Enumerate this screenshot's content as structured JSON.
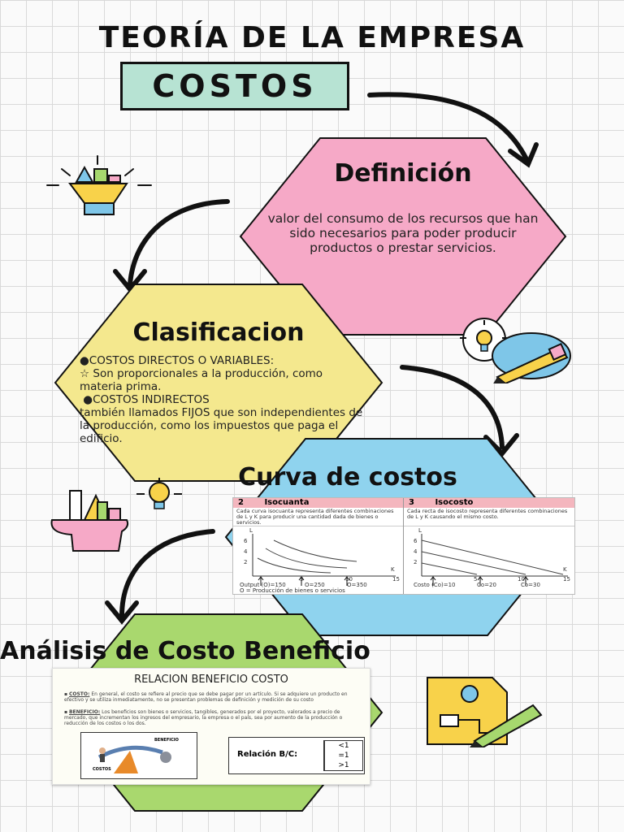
{
  "header": {
    "title": "TEORÍA DE LA EMPRESA",
    "subtitle": "COSTOS"
  },
  "definicion": {
    "title": "Definición",
    "text": "valor del consumo de los recursos que han sido necesarios para poder producir productos o prestar servicios."
  },
  "clasificacion": {
    "title": "Clasificacion",
    "lines": [
      "●COSTOS DIRECTOS O VARIABLES:",
      "☆ Son proporcionales a la producción, como materia prima.",
      " ●COSTOS INDIRECTOS",
      "también llamados FIJOS que son independientes de la producción, como los impuestos que paga el edificio."
    ]
  },
  "curva": {
    "title": "Curva de costos",
    "isocuanta": {
      "number": "2",
      "heading": "Isocuanta",
      "caption": "Cada curva isocuanta representa diferentes combinaciones de L y K para producir una cantidad dada de bienes o servicios.",
      "axis_y": "L",
      "axis_x": "K",
      "y_ticks": [
        "6",
        "4",
        "2"
      ],
      "x_ticks": [
        "5",
        "10",
        "15"
      ],
      "labels": [
        "Output (O)=150",
        "O=250",
        "O=350"
      ],
      "footnote": "O = Producción de bienes o servicios"
    },
    "isocosto": {
      "number": "3",
      "heading": "Isocosto",
      "caption": "Cada recta de isocosto representa diferentes combinaciones de L y K causando el mismo costo.",
      "axis_y": "L",
      "axis_x": "K",
      "y_ticks": [
        "6",
        "4",
        "2"
      ],
      "x_ticks": [
        "5",
        "10",
        "15"
      ],
      "labels": [
        "Costo (Co)=10",
        "Co=20",
        "Co=30"
      ]
    }
  },
  "analisis": {
    "title": "Análisis de Costo Beneficio",
    "box_title": "RELACION BENEFICIO COSTO",
    "costo_label": "COSTO:",
    "costo_text": "En general, el costo se refiere al precio que se debe pagar por un artículo. Si se adquiere un producto en efectivo y se utiliza inmediatamente, no se presentan problemas de definición y medición de su costo",
    "beneficio_label": "BENEFICIO:",
    "beneficio_text": "Los beneficios son bienes o servicios, tangibles, generados por el proyecto, valorados a precio de mercado, que incrementan los ingresos del empresario, la empresa o el país, sea por aumento de la producción o reducción de los costos o los dos.",
    "img_label_top": "BENEFICIO",
    "img_label_bottom": "COSTOS",
    "relacion_label": "Relación B/C:",
    "relacion_options": [
      "<1",
      "=1",
      ">1"
    ]
  },
  "colors": {
    "mint": "#b7e3d3",
    "pink": "#f6a9c7",
    "yellow": "#f4e88e",
    "blue": "#8fd3ee",
    "green": "#a9d86e"
  }
}
